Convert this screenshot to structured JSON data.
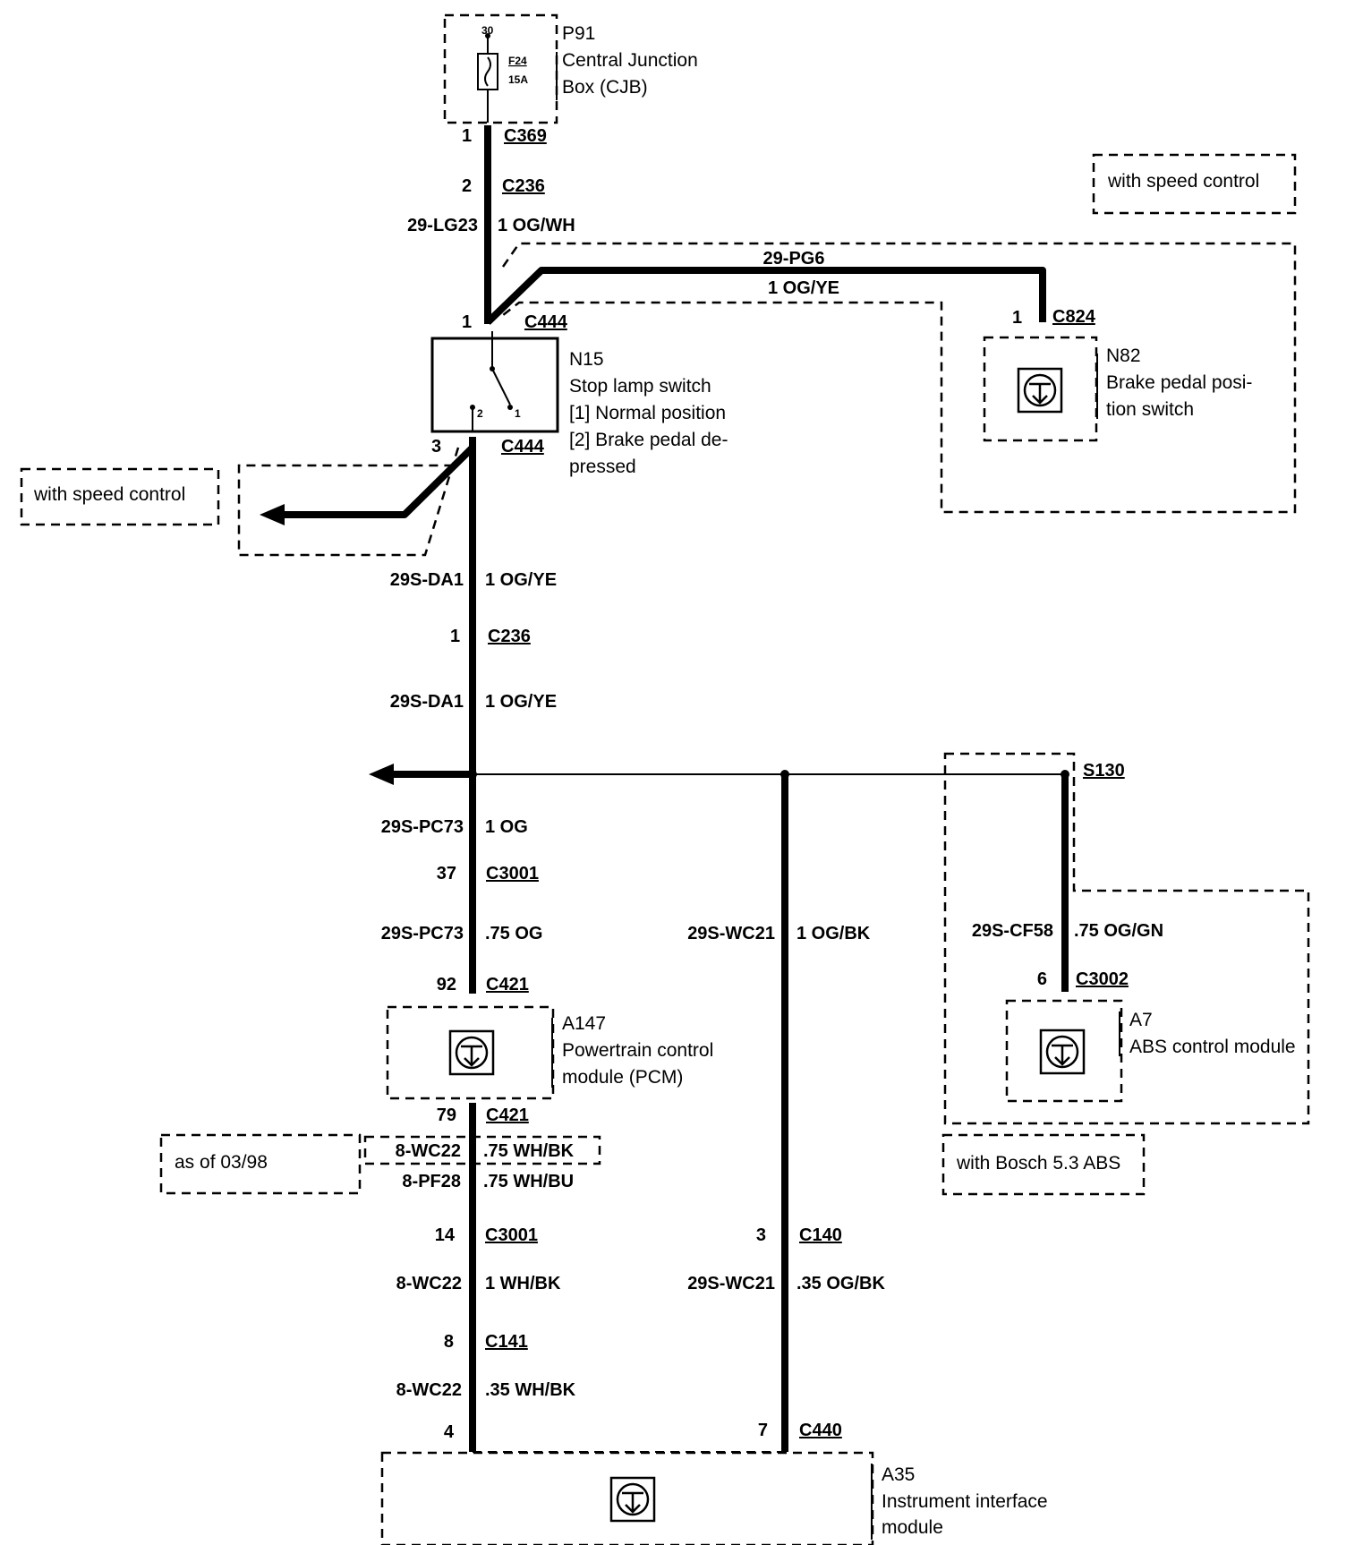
{
  "components": {
    "p91": {
      "id": "P91",
      "line1": "Central Junction",
      "line2": "Box (CJB)",
      "fuse_pin": "30",
      "fuse_name": "F24",
      "fuse_rating": "15A"
    },
    "n15": {
      "id": "N15",
      "line1": "Stop lamp switch",
      "line2": "[1] Normal position",
      "line3": "[2] Brake pedal de-",
      "line4": "pressed",
      "pos1": "1",
      "pos2": "2"
    },
    "n82": {
      "id": "N82",
      "line1": "Brake pedal posi-",
      "line2": "tion switch"
    },
    "a147": {
      "id": "A147",
      "line1": "Powertrain control",
      "line2": "module (PCM)"
    },
    "a7": {
      "id": "A7",
      "line1": "ABS control module"
    },
    "a35": {
      "id": "A35",
      "line1": "Instrument interface",
      "line2": "module"
    }
  },
  "notes": {
    "speed_control_top": "with speed control",
    "speed_control_left": "with speed control",
    "as_of": "as of 03/98",
    "bosch": "with Bosch 5.3 ABS"
  },
  "connectors": {
    "c369": {
      "name": "C369",
      "pin": "1"
    },
    "c236_top": {
      "name": "C236",
      "pin": "2"
    },
    "c444_in": {
      "name": "C444",
      "pin": "1"
    },
    "c444_out": {
      "name": "C444",
      "pin": "3"
    },
    "c824": {
      "name": "C824",
      "pin": "1"
    },
    "c236_mid": {
      "name": "C236",
      "pin": "1"
    },
    "s130": {
      "name": "S130"
    },
    "c3001_a": {
      "name": "C3001",
      "pin": "37"
    },
    "c421_in": {
      "name": "C421",
      "pin": "92"
    },
    "c421_out": {
      "name": "C421",
      "pin": "79"
    },
    "c3002": {
      "name": "C3002",
      "pin": "6"
    },
    "c3001_b": {
      "name": "C3001",
      "pin": "14"
    },
    "c141": {
      "name": "C141",
      "pin": "8"
    },
    "c140": {
      "name": "C140",
      "pin": "3"
    },
    "c440_a": {
      "pin": "4"
    },
    "c440_b": {
      "name": "C440",
      "pin": "7"
    }
  },
  "wires": {
    "w1": {
      "circuit": "29-LG23",
      "spec": "1 OG/WH"
    },
    "w2": {
      "circuit": "29-PG6",
      "spec": "1 OG/YE"
    },
    "w3": {
      "circuit": "29S-DA1",
      "spec": "1 OG/YE"
    },
    "w4": {
      "circuit": "29S-DA1",
      "spec": "1 OG/YE"
    },
    "w5": {
      "circuit": "29S-PC73",
      "spec": "1 OG"
    },
    "w6": {
      "circuit": "29S-PC73",
      "spec": ".75 OG"
    },
    "w7": {
      "circuit": "29S-WC21",
      "spec": "1 OG/BK"
    },
    "w8": {
      "circuit": "29S-CF58",
      "spec": ".75 OG/GN"
    },
    "w9": {
      "circuit": "8-WC22",
      "spec": ".75 WH/BK"
    },
    "w10": {
      "circuit": "8-PF28",
      "spec": ".75 WH/BU"
    },
    "w11": {
      "circuit": "8-WC22",
      "spec": "1 WH/BK"
    },
    "w12": {
      "circuit": "29S-WC21",
      "spec": ".35 OG/BK"
    },
    "w13": {
      "circuit": "8-WC22",
      "spec": ".35 WH/BK"
    }
  }
}
